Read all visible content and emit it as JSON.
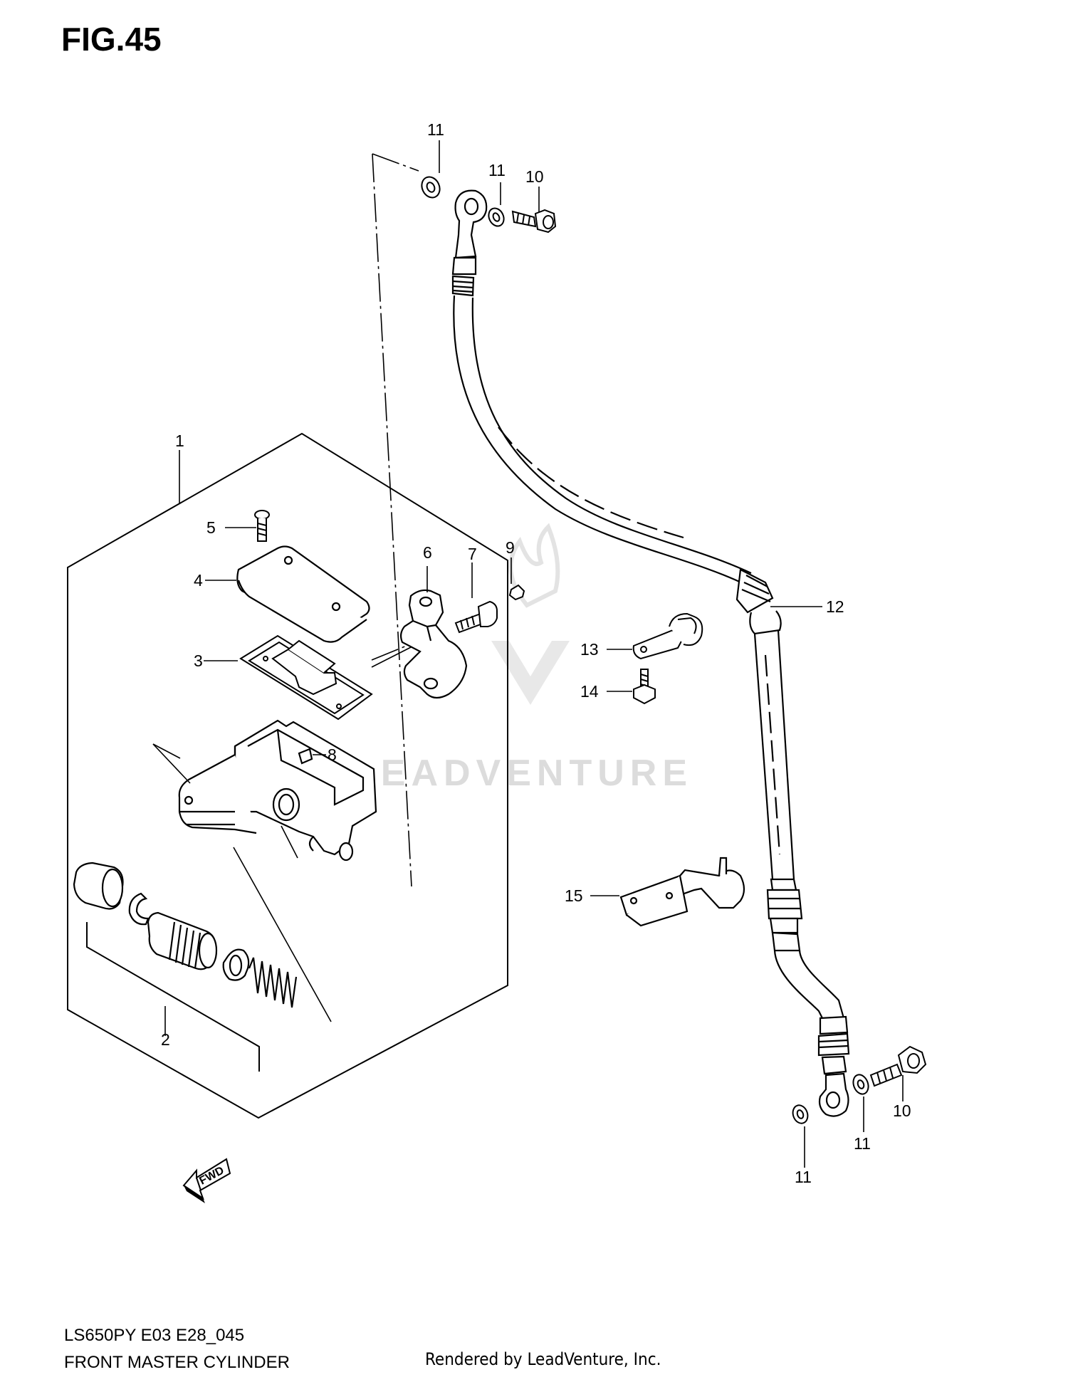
{
  "figure": {
    "title": "FIG.45"
  },
  "footer": {
    "model_code": "LS650PY E03 E28_045",
    "section_name": "FRONT MASTER CYLINDER",
    "render_credit": "Rendered by LeadVenture, Inc."
  },
  "watermark": {
    "text": "LEADVENTURE"
  },
  "direction_arrow": {
    "label": "FWD"
  },
  "callouts": {
    "c1": "1",
    "c2": "2",
    "c3": "3",
    "c4": "4",
    "c5": "5",
    "c6": "6",
    "c7": "7",
    "c8": "8",
    "c9": "9",
    "c10a": "10",
    "c10b": "10",
    "c11a": "11",
    "c11b": "11",
    "c11c": "11",
    "c11d": "11",
    "c12": "12",
    "c13": "13",
    "c14": "14",
    "c15": "15"
  },
  "colors": {
    "line": "#000000",
    "background": "#ffffff",
    "watermark": "#dcdcdc"
  }
}
